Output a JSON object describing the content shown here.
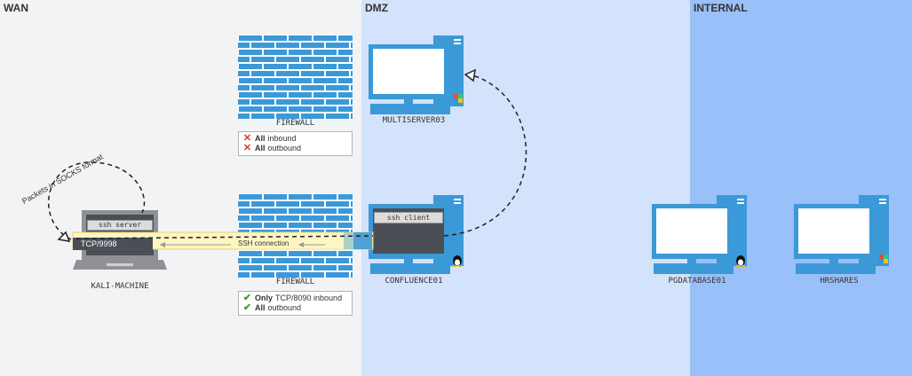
{
  "zones": [
    {
      "label": "WAN",
      "color": "#f2f3f5"
    },
    {
      "label": "DMZ",
      "color": "#d3e3fb"
    },
    {
      "label": "INTERNAL",
      "color": "#99c0f8"
    }
  ],
  "firewalls": [
    {
      "caption": "FIREWALL",
      "rules": [
        {
          "mark": "deny",
          "bold": "All",
          "text": "inbound"
        },
        {
          "mark": "deny",
          "bold": "All",
          "text": "outbound"
        }
      ]
    },
    {
      "caption": "FIREWALL",
      "rules": [
        {
          "mark": "allow",
          "bold": "Only",
          "text": "TCP/8090 inbound"
        },
        {
          "mark": "allow",
          "bold": "All",
          "text": "outbound"
        }
      ]
    }
  ],
  "hosts": {
    "kali": {
      "caption": "KALI-MACHINE",
      "chip": "ssh server",
      "port": "TCP/9998"
    },
    "multiserver": {
      "caption": "MULTISERVER03",
      "os": "windows"
    },
    "confluence": {
      "caption": "CONFLUENCE01",
      "chip": "ssh client",
      "os": "linux"
    },
    "pgdatabase": {
      "caption": "PGDATABASE01",
      "os": "linux"
    },
    "hrshares": {
      "caption": "HRSHARES",
      "os": "windows"
    }
  },
  "tunnel": {
    "label": "SSH connection"
  },
  "annotation": "Packets in SOCKS format",
  "colors": {
    "brick": "#3b99d8",
    "monitor": "#3b99d8",
    "tunnel": "#fdf5c2",
    "tunnel_border": "#e8d36d"
  }
}
